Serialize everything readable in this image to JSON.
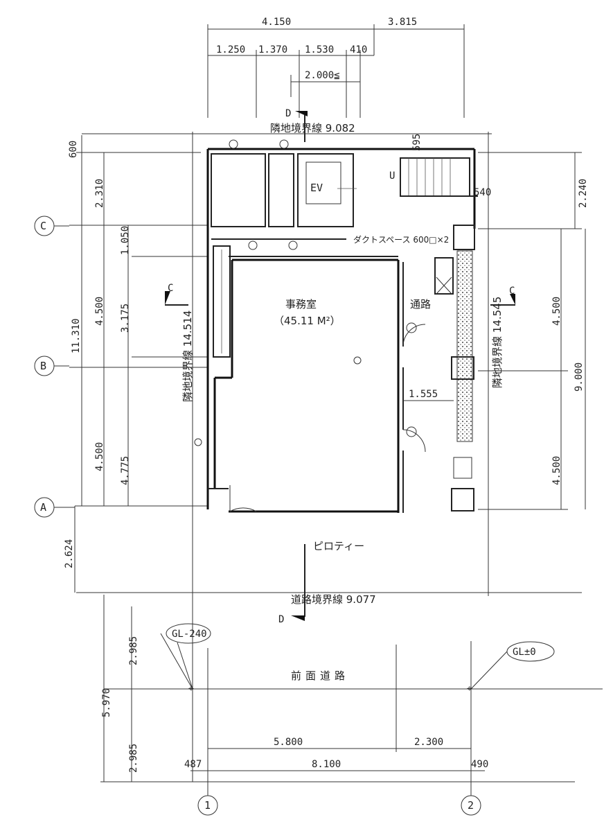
{
  "top_dims": {
    "row1": [
      "4.150",
      "3.815"
    ],
    "row2": [
      "1.250",
      "1.370",
      "1.530",
      "410"
    ],
    "row3": "2.000≦",
    "corner": "595"
  },
  "boundaries": {
    "north": "隣地境界線 9.082",
    "west": "隣地境界線 14.514",
    "east": "隣地境界線 14.545",
    "south": "道路境界線 9.077"
  },
  "left_dims": {
    "outer_total": "11.310",
    "top_setback": "600",
    "c_b": "4.500",
    "b_a": "4.500",
    "c_top": "2.310",
    "inner1": "1.050",
    "inner2": "3.175",
    "inner3": "4.775",
    "a_street": "2.624"
  },
  "right_dims": {
    "top": "2.240",
    "total": "9.000",
    "mid": "4.500",
    "low": "4.500",
    "stair_gap": "540"
  },
  "grid": {
    "rows": [
      "C",
      "B",
      "A"
    ],
    "cols": [
      "1",
      "2"
    ]
  },
  "rooms": {
    "elevator": "EV",
    "office_name": "事務室",
    "office_area": "（45.11 M²）",
    "corridor": "通路",
    "pilotis": "ピロティー",
    "road": "前面道路",
    "duct": "ダクトスペース 600□×2",
    "up": "U"
  },
  "section_marks": [
    "D",
    "D",
    "C",
    "C"
  ],
  "corridor_dim": "1.555",
  "road_dims": {
    "total": "5.970",
    "upper": "2.985",
    "lower": "2.985",
    "span1": "5.800",
    "span2": "2.300",
    "span_total": "8.100",
    "left_offset": "487",
    "right_offset": "490"
  },
  "ground_levels": [
    "GL-240",
    "GL±0"
  ]
}
